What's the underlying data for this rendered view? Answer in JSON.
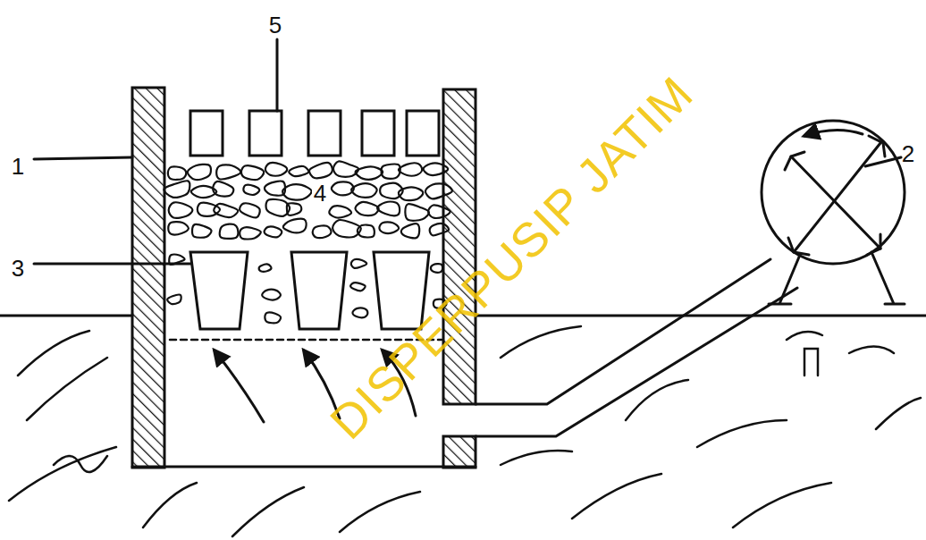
{
  "diagram": {
    "labels": [
      "5",
      "1",
      "2",
      "3",
      "4",
      "DISPERPUSIP JATIM"
    ]
  }
}
